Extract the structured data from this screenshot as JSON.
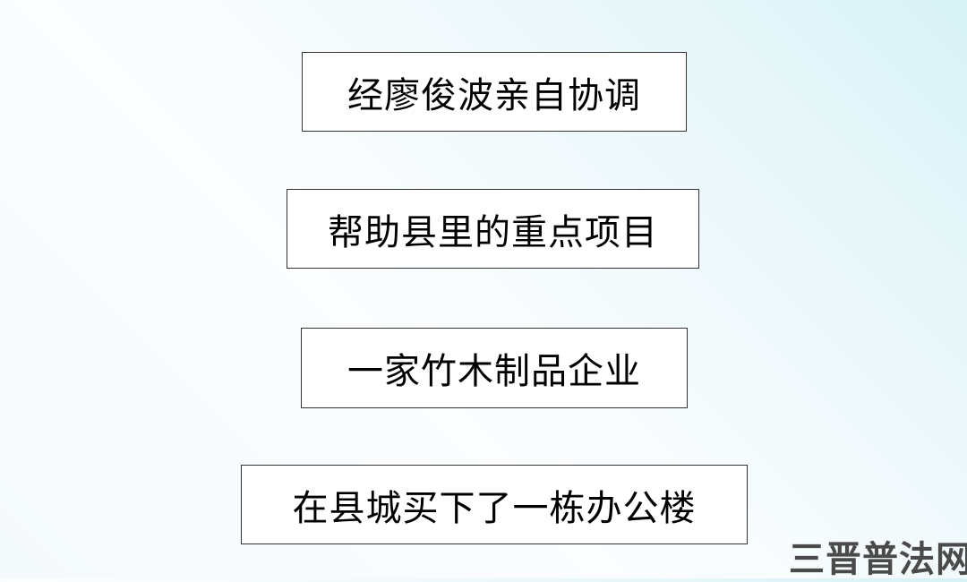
{
  "slide": {
    "boxes": [
      {
        "text": "经廖俊波亲自协调"
      },
      {
        "text": "帮助县里的重点项目"
      },
      {
        "text": "一家竹木制品企业"
      },
      {
        "text": "在县城买下了一栋办公楼"
      }
    ]
  },
  "watermark": {
    "text": "三晋普法网"
  },
  "colors": {
    "border": "#333333",
    "text": "#000000",
    "watermark": "#4a4a4a",
    "bg_accent": "#d7f1f5"
  }
}
